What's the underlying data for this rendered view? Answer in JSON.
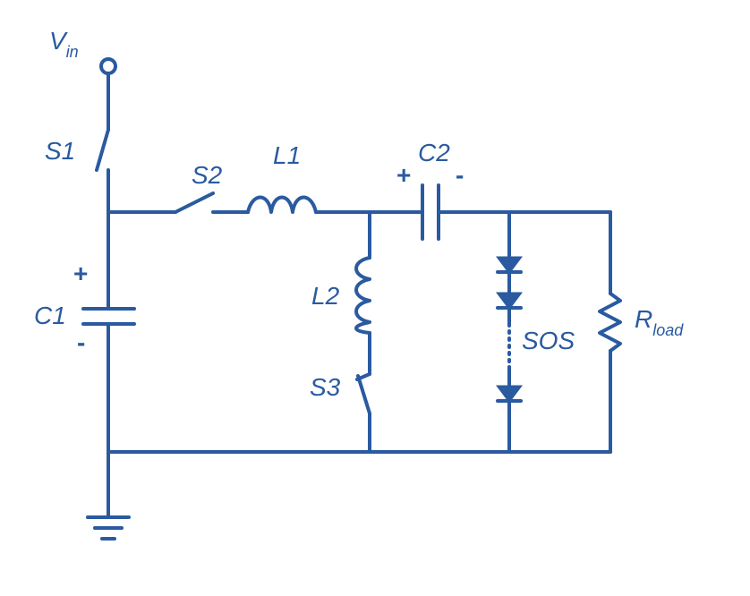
{
  "labels": {
    "vin_main": "V",
    "vin_sub": "in",
    "s1": "S1",
    "s2": "S2",
    "s3": "S3",
    "l1": "L1",
    "l2": "L2",
    "c1": "C1",
    "c2": "C2",
    "sos": "SOS",
    "rload_main": "R",
    "rload_sub": "load",
    "plus": "+",
    "minus": "-"
  },
  "colors": {
    "wire": "#2a5aa0",
    "background": "#ffffff"
  }
}
